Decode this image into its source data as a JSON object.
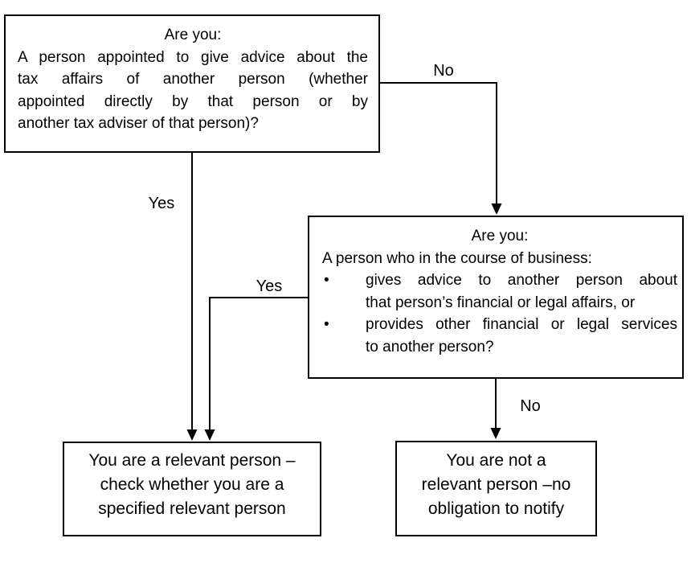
{
  "page": {
    "background_color": "#ffffff",
    "line_color": "#000000",
    "text_color": "#000000"
  },
  "flowchart": {
    "q1": {
      "title": "Are you:",
      "line1": "A person appointed to give advice about the",
      "line2": "tax affairs of another person (whether",
      "line3": "appointed directly by that person or by",
      "line4": "another tax adviser of that person)?"
    },
    "q2": {
      "title": "Are you:",
      "intro": "A person who in the course of business:",
      "bullet_glyph": "•",
      "bullet1_line1": "gives advice to another person about",
      "bullet1_line2": "that person’s financial or legal affairs, or",
      "bullet2_line1": "provides other financial or legal services",
      "bullet2_line2": "to another person?"
    },
    "outcome_relevant": {
      "line1": "You are a relevant person –",
      "line2": "check whether you are a",
      "line3": "specified relevant person"
    },
    "outcome_not_relevant": {
      "line1": "You are not a",
      "line2": "relevant person –no",
      "line3": "obligation to notify"
    },
    "labels": {
      "no_from_q1": "No",
      "yes_from_q1": "Yes",
      "yes_from_q2": "Yes",
      "no_from_q2": "No"
    }
  }
}
